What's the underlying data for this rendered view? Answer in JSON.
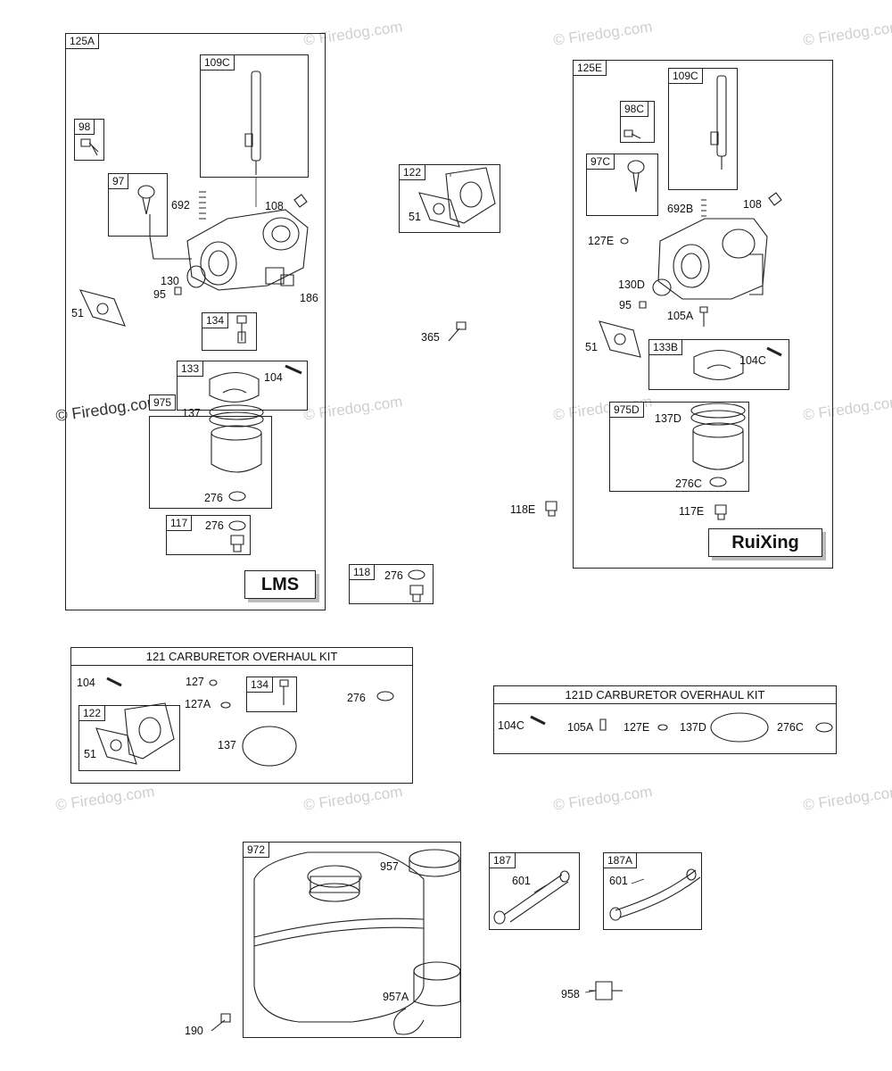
{
  "watermark": {
    "text": "© Firedog.com",
    "dark_text": "© Firedog.com"
  },
  "left_assembly": {
    "frame_tag": "125A",
    "brand": "LMS",
    "tags": {
      "t109c": "109C",
      "t98": "98",
      "t97": "97",
      "t134": "134",
      "t133": "133",
      "t975": "975",
      "t117": "117"
    },
    "labels": {
      "l692": "692",
      "l108": "108",
      "l130": "130",
      "l95": "95",
      "l51": "51",
      "l186": "186",
      "l104": "104",
      "l137": "137",
      "l276a": "276",
      "l276b": "276"
    }
  },
  "middle": {
    "tag122": "122",
    "l51": "51",
    "l365": "365",
    "tag118": "118",
    "l276": "276"
  },
  "right_assembly": {
    "frame_tag": "125E",
    "brand": "RuiXing",
    "tags": {
      "t109c": "109C",
      "t98c": "98C",
      "t97c": "97C",
      "t133b": "133B",
      "t975d": "975D"
    },
    "labels": {
      "l692b": "692B",
      "l108": "108",
      "l127e": "127E",
      "l130d": "130D",
      "l95": "95",
      "l105a": "105A",
      "l51": "51",
      "l104c": "104C",
      "l137d": "137D",
      "l276c": "276C",
      "l117e": "117E",
      "l118e": "118E"
    }
  },
  "kit121": {
    "title": "121 CARBURETOR OVERHAUL KIT",
    "tag122": "122",
    "tag134": "134",
    "labels": {
      "l104": "104",
      "l127": "127",
      "l127a": "127A",
      "l276": "276",
      "l51": "51",
      "l137": "137"
    }
  },
  "kit121d": {
    "title": "121D CARBURETOR OVERHAUL KIT",
    "labels": {
      "l104c": "104C",
      "l105a": "105A",
      "l127e": "127E",
      "l137d": "137D",
      "l276c": "276C"
    }
  },
  "tank": {
    "tag972": "972",
    "l957": "957",
    "l957a": "957A",
    "l190": "190"
  },
  "lines": {
    "tag187": "187",
    "l601a": "601",
    "tag187a": "187A",
    "l601b": "601",
    "l958": "958"
  }
}
